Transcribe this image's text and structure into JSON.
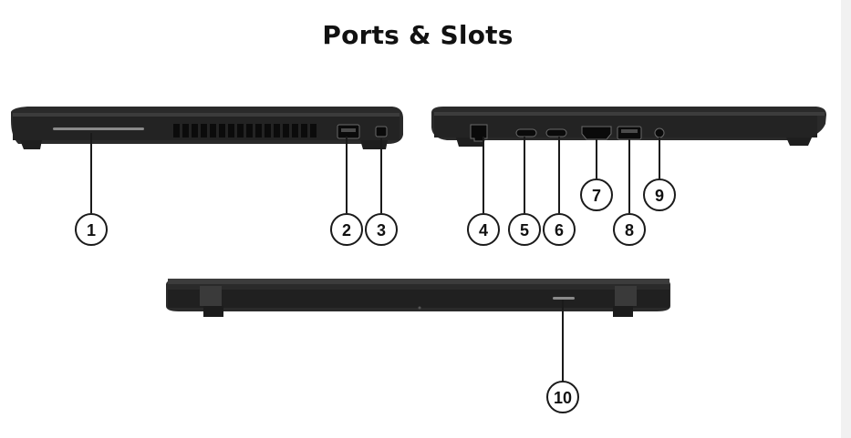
{
  "title": "Ports & Slots",
  "callouts": [
    "1",
    "2",
    "3",
    "4",
    "5",
    "6",
    "7",
    "8",
    "9",
    "10"
  ]
}
